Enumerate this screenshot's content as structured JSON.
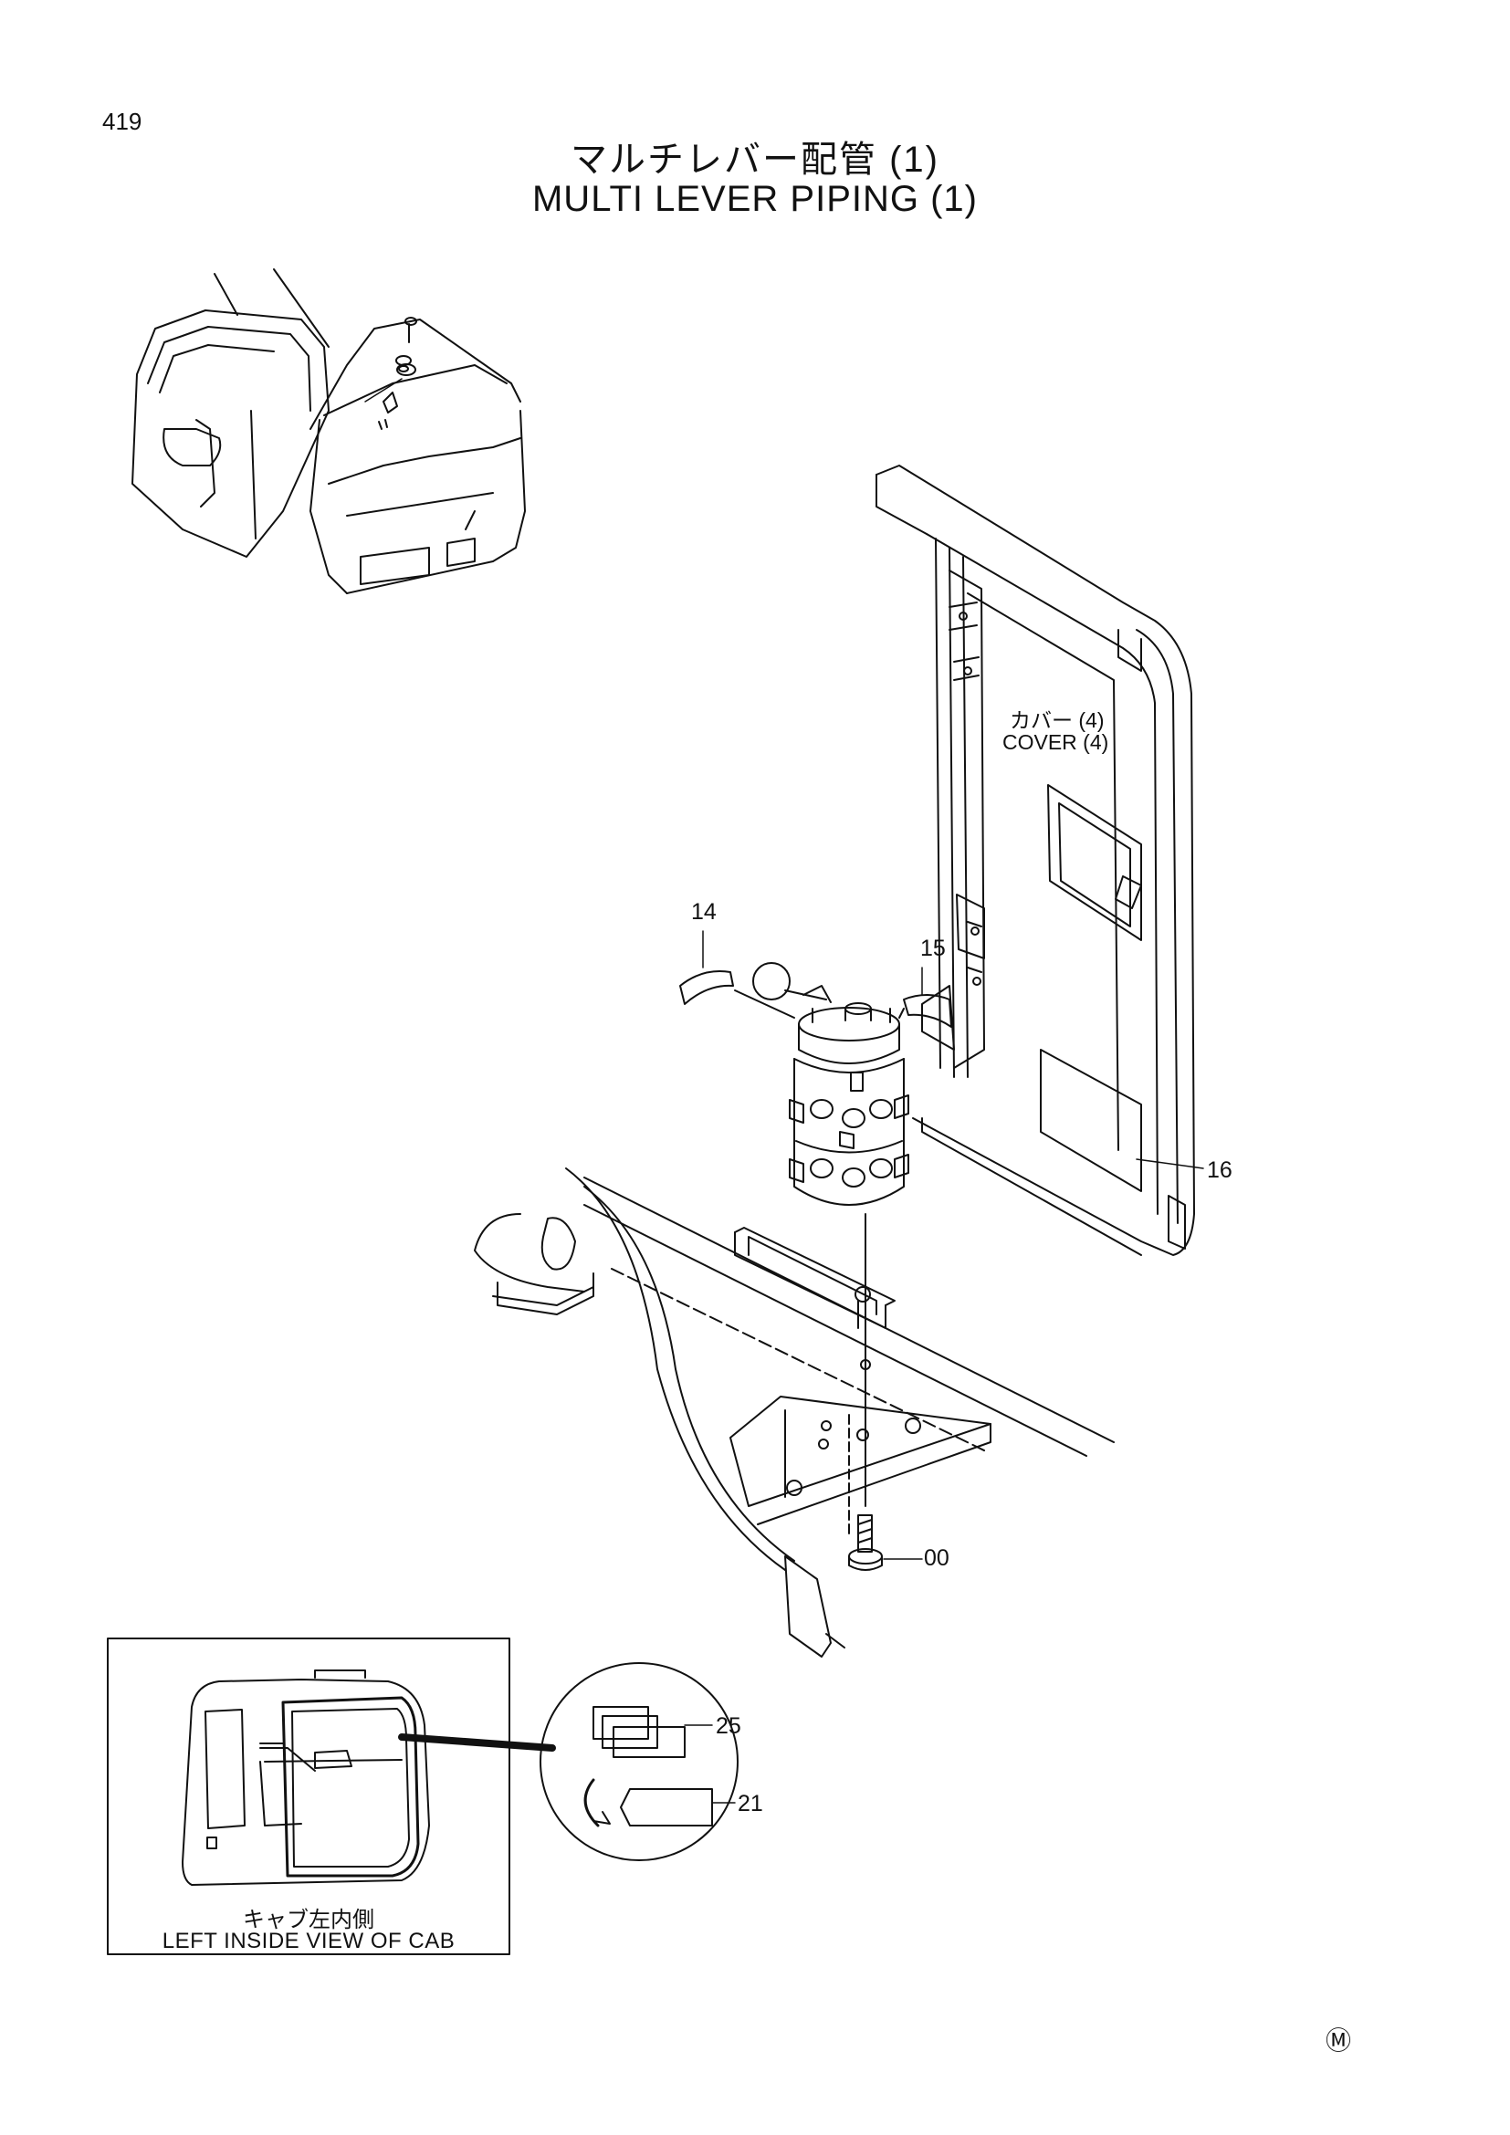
{
  "page_number": "419",
  "title": {
    "ja": "マルチレバー配管 (1)",
    "en": "MULTI LEVER PIPING (1)"
  },
  "cover_label": {
    "ja": "カバー (4)",
    "en": "COVER (4)"
  },
  "callouts": {
    "c14": "14",
    "c15": "15",
    "c16": "16",
    "c00": "00",
    "c25": "25",
    "c21": "21"
  },
  "inset_caption": {
    "ja": "キャブ左内側",
    "en": "LEFT INSIDE VIEW OF CAB"
  },
  "corner_mark": "Ⓜ"
}
